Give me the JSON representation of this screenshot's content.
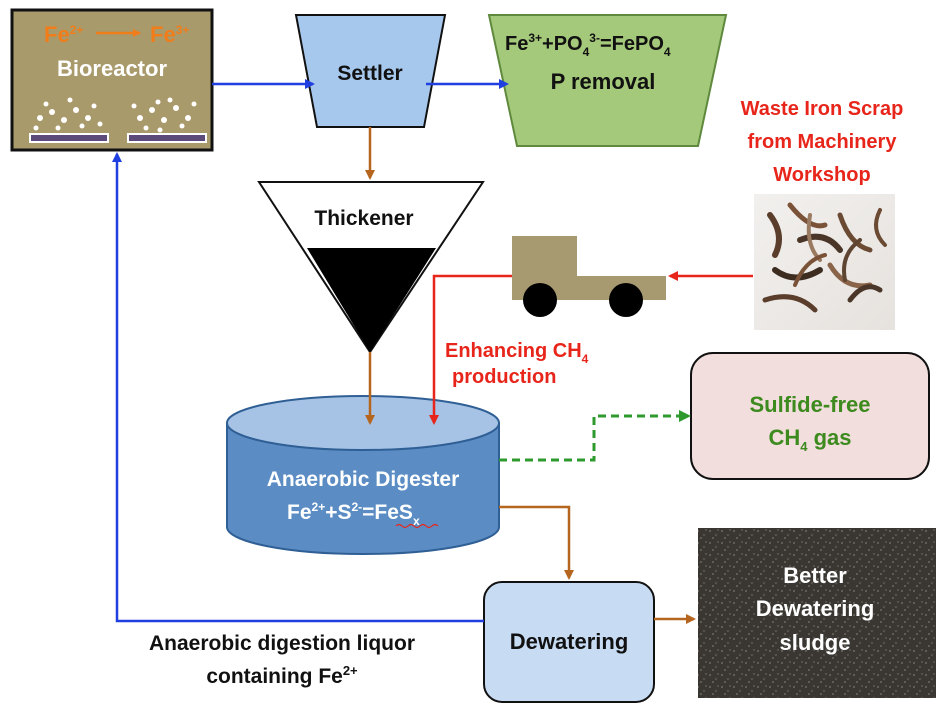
{
  "bioreactor": {
    "fe2": "Fe",
    "fe2_sup": "2+",
    "fe3": "Fe",
    "fe3_sup": "3+",
    "title": "Bioreactor"
  },
  "settler": {
    "label": "Settler"
  },
  "p_removal": {
    "eq_fe": "Fe",
    "eq_fe_sup": "3+",
    "eq_po": "+PO",
    "eq_po_sub": "4",
    "eq_po_sup": "3-",
    "eq_res": "=FePO",
    "eq_res_sub": "4",
    "label": "P removal"
  },
  "thickener": {
    "label": "Thickener"
  },
  "iron_scrap": {
    "line1": "Waste Iron Scrap",
    "line2": "from Machinery",
    "line3": "Workshop"
  },
  "enhancing": {
    "line1": "Enhancing CH",
    "line1_sub": "4",
    "line2": "production"
  },
  "gas": {
    "line1": "Sulfide-free",
    "line2_a": "CH",
    "line2_sub": "4",
    "line2_b": " gas"
  },
  "digester": {
    "title": "Anaerobic Digester",
    "eq_fe": "Fe",
    "eq_fe_sup": "2+",
    "eq_s": "+S",
    "eq_s_sup": "2-",
    "eq_res": "=FeS",
    "eq_res_sub": "x"
  },
  "dewatering": {
    "label": "Dewatering"
  },
  "sludge": {
    "line1": "Better",
    "line2": "Dewatering",
    "line3": "sludge"
  },
  "liquor": {
    "line1": "Anaerobic digestion liquor",
    "line2": "containing Fe",
    "line2_sup": "2+"
  },
  "colors": {
    "blue_arrow": "#1f3fe0",
    "brown_arrow": "#b5651d",
    "red_arrow": "#e8251a",
    "green_dash": "#2e9a2e",
    "orange_text": "#f07d1a",
    "red_text": "#e8251a",
    "green_text": "#3d8a1e"
  }
}
